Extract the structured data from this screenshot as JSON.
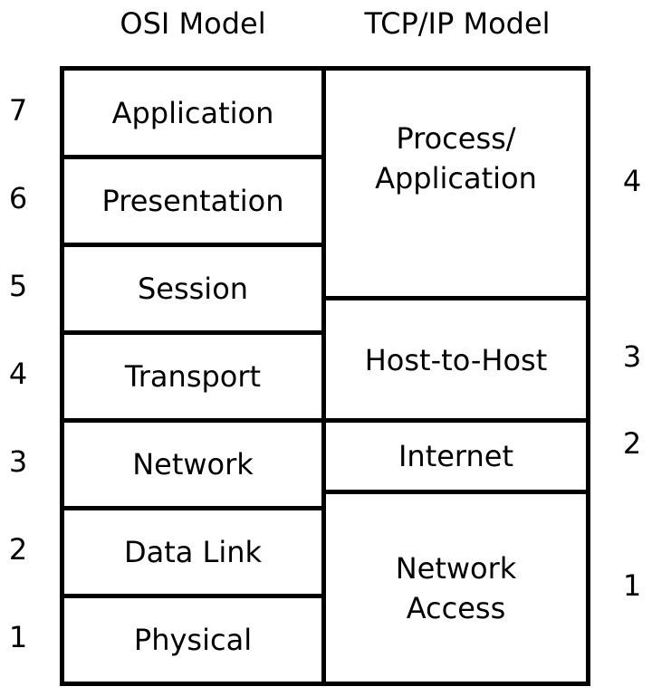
{
  "headers": {
    "osi": "OSI Model",
    "tcp": "TCP/IP Model"
  },
  "osi_layers": [
    {
      "number": "7",
      "name": "Application"
    },
    {
      "number": "6",
      "name": "Presentation"
    },
    {
      "number": "5",
      "name": "Session"
    },
    {
      "number": "4",
      "name": "Transport"
    },
    {
      "number": "3",
      "name": "Network"
    },
    {
      "number": "2",
      "name": "Data Link"
    },
    {
      "number": "1",
      "name": "Physical"
    }
  ],
  "tcp_layers": [
    {
      "number": "4",
      "name": "Process/\nApplication"
    },
    {
      "number": "3",
      "name": "Host-to-Host"
    },
    {
      "number": "2",
      "name": "Internet"
    },
    {
      "number": "1",
      "name": "Network\nAccess"
    }
  ]
}
